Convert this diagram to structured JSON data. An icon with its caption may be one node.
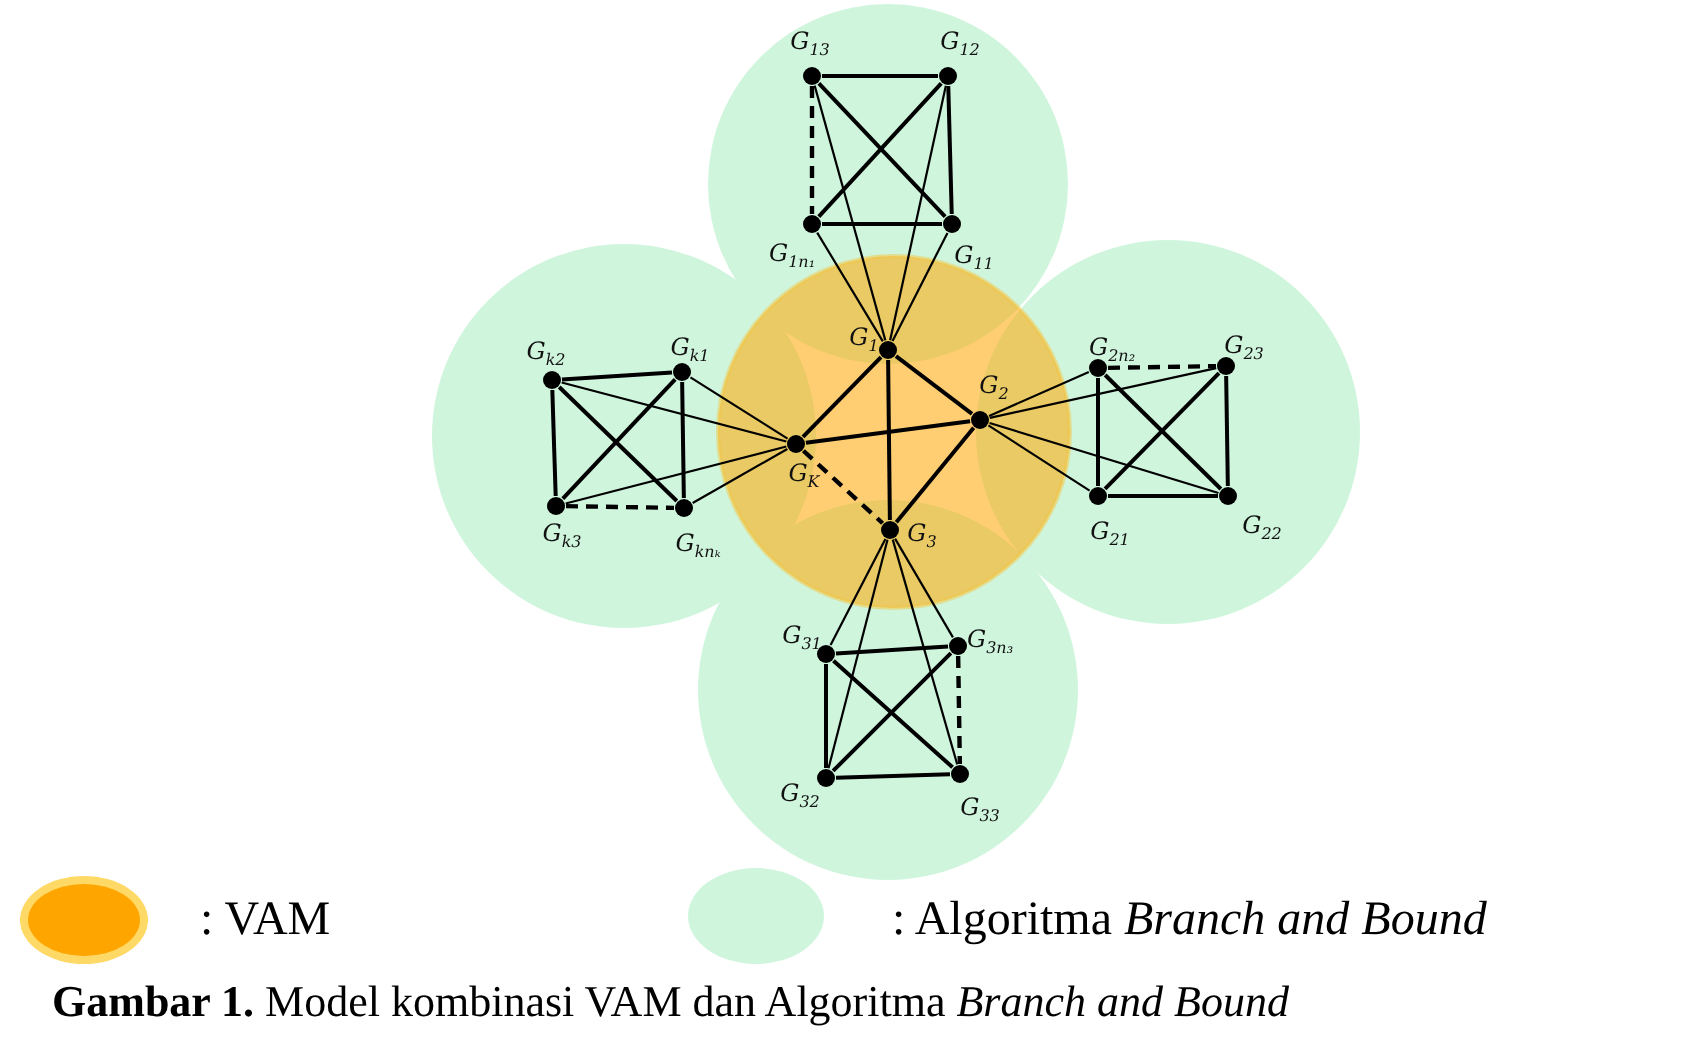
{
  "diagram": {
    "caption": "**Gambar 1.** Model kombinasi VAM dan Algoritma *Branch and Bound*",
    "nodes": [
      {
        "text": [],
        "shape": "circle",
        "beside": [
          "G$_{1}$"
        ]
      },
      {
        "text": [],
        "shape": "circle",
        "beside": [
          "G$_{2}$"
        ]
      },
      {
        "text": [],
        "shape": "circle",
        "beside": [
          "G$_{3}$"
        ]
      },
      {
        "text": [],
        "shape": "circle",
        "beside": [
          "G$_{K}$"
        ]
      },
      {
        "text": [],
        "shape": "circle",
        "beside": [
          "G$_{13}$"
        ]
      },
      {
        "text": [],
        "shape": "circle",
        "beside": [
          "G$_{12}$"
        ]
      },
      {
        "text": [],
        "shape": "circle",
        "beside": [
          "G$_{1n₁}$"
        ]
      },
      {
        "text": [],
        "shape": "circle",
        "beside": [
          "G$_{11}$"
        ]
      },
      {
        "text": [],
        "shape": "circle",
        "beside": [
          "G$_{k2}$"
        ]
      },
      {
        "text": [],
        "shape": "circle",
        "beside": [
          "G$_{k1}$"
        ]
      },
      {
        "text": [],
        "shape": "circle",
        "beside": [
          "G$_{k3}$"
        ]
      },
      {
        "text": [],
        "shape": "circle",
        "beside": [
          "G$_{knₖ}$"
        ]
      },
      {
        "text": [],
        "shape": "circle",
        "beside": [
          "G$_{2n₂}$"
        ]
      },
      {
        "text": [],
        "shape": "circle",
        "beside": [
          "G$_{23}$"
        ]
      },
      {
        "text": [],
        "shape": "circle",
        "beside": [
          "G$_{21}$"
        ]
      },
      {
        "text": [],
        "shape": "circle",
        "beside": [
          "G$_{22}$"
        ]
      },
      {
        "text": [],
        "shape": "circle",
        "beside": [
          "G$_{31}$"
        ]
      },
      {
        "text": [],
        "shape": "circle",
        "beside": [
          "G$_{3n₃}$"
        ]
      },
      {
        "text": [],
        "shape": "circle",
        "beside": [
          "G$_{32}$"
        ]
      },
      {
        "text": [],
        "shape": "circle",
        "beside": [
          "G$_{33}$"
        ]
      }
    ],
    "edges": [
      {
        "from": 0,
        "to": 1,
        "arrow": "none"
      },
      {
        "from": 0,
        "to": 2,
        "arrow": "none"
      },
      {
        "from": 0,
        "to": 3,
        "arrow": "none"
      },
      {
        "from": 1,
        "to": 2,
        "arrow": "none"
      },
      {
        "from": 3,
        "to": 1,
        "arrow": "none"
      },
      {
        "from": 3,
        "to": 2,
        "arrow": "none",
        "style": "dashed"
      },
      {
        "from": 4,
        "to": 5,
        "arrow": "none"
      },
      {
        "from": 4,
        "to": 7,
        "arrow": "none"
      },
      {
        "from": 5,
        "to": 6,
        "arrow": "none"
      },
      {
        "from": 5,
        "to": 7,
        "arrow": "none"
      },
      {
        "from": 6,
        "to": 7,
        "arrow": "none"
      },
      {
        "from": 4,
        "to": 6,
        "arrow": "none",
        "style": "dashed"
      },
      {
        "from": 0,
        "to": 4,
        "arrow": "none"
      },
      {
        "from": 0,
        "to": 5,
        "arrow": "none"
      },
      {
        "from": 0,
        "to": 6,
        "arrow": "none"
      },
      {
        "from": 0,
        "to": 7,
        "arrow": "none"
      },
      {
        "from": 8,
        "to": 9,
        "arrow": "none"
      },
      {
        "from": 8,
        "to": 10,
        "arrow": "none"
      },
      {
        "from": 8,
        "to": 11,
        "arrow": "none"
      },
      {
        "from": 9,
        "to": 10,
        "arrow": "none"
      },
      {
        "from": 9,
        "to": 11,
        "arrow": "none"
      },
      {
        "from": 10,
        "to": 11,
        "arrow": "none",
        "style": "dashed"
      },
      {
        "from": 3,
        "to": 8,
        "arrow": "none"
      },
      {
        "from": 3,
        "to": 9,
        "arrow": "none"
      },
      {
        "from": 3,
        "to": 10,
        "arrow": "none"
      },
      {
        "from": 3,
        "to": 11,
        "arrow": "none"
      },
      {
        "from": 12,
        "to": 14,
        "arrow": "none"
      },
      {
        "from": 12,
        "to": 15,
        "arrow": "none"
      },
      {
        "from": 13,
        "to": 14,
        "arrow": "none"
      },
      {
        "from": 13,
        "to": 15,
        "arrow": "none"
      },
      {
        "from": 14,
        "to": 15,
        "arrow": "none"
      },
      {
        "from": 12,
        "to": 13,
        "arrow": "none",
        "style": "dashed"
      },
      {
        "from": 1,
        "to": 12,
        "arrow": "none"
      },
      {
        "from": 1,
        "to": 13,
        "arrow": "none"
      },
      {
        "from": 1,
        "to": 14,
        "arrow": "none"
      },
      {
        "from": 1,
        "to": 15,
        "arrow": "none"
      },
      {
        "from": 16,
        "to": 17,
        "arrow": "none"
      },
      {
        "from": 16,
        "to": 18,
        "arrow": "none"
      },
      {
        "from": 16,
        "to": 19,
        "arrow": "none"
      },
      {
        "from": 17,
        "to": 18,
        "arrow": "none"
      },
      {
        "from": 18,
        "to": 19,
        "arrow": "none"
      },
      {
        "from": 17,
        "to": 19,
        "arrow": "none",
        "style": "dashed"
      },
      {
        "from": 2,
        "to": 16,
        "arrow": "none"
      },
      {
        "from": 2,
        "to": 17,
        "arrow": "none"
      },
      {
        "from": 2,
        "to": 18,
        "arrow": "none"
      },
      {
        "from": 2,
        "to": 19,
        "arrow": "none"
      }
    ],
    "legend": [
      {
        "text": ": VAM",
        "color": "#ffa500"
      },
      {
        "text": ": Algoritma *Branch and Bound*",
        "color": "#d0f5dd"
      }
    ]
  }
}
